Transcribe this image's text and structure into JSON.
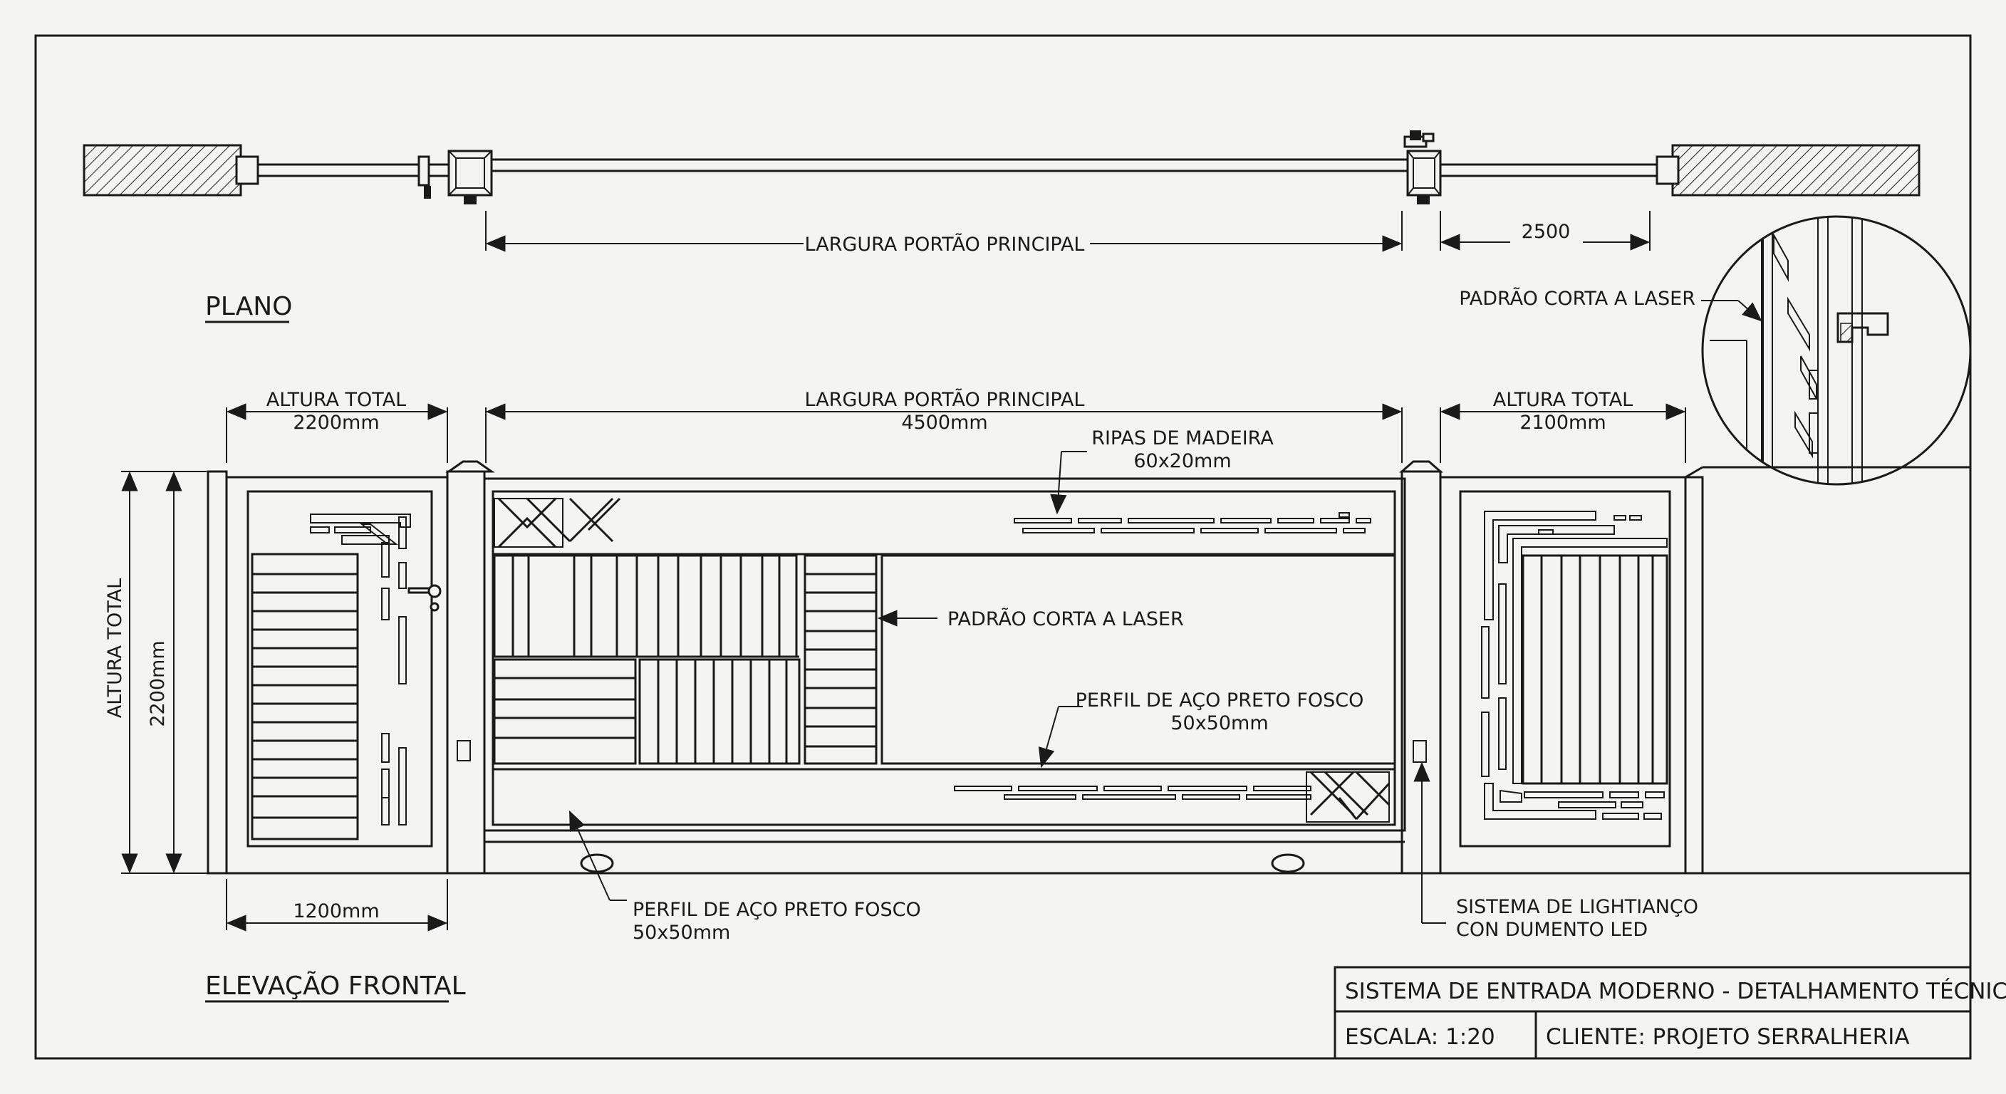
{
  "plan": {
    "title": "PLANO",
    "dim_main": "LARGURA PORTÃO PRINCIPAL",
    "dim_right": "2500",
    "detail_label": "PADRÃO CORTA A LASER"
  },
  "elevation": {
    "title": "ELEVAÇÃO FRONTAL",
    "left_top_dim": {
      "label": "ALTURA TOTAL",
      "value": "2200mm"
    },
    "main_top_dim": {
      "label": "LARGURA PORTÃO PRINCIPAL",
      "value": "4500mm"
    },
    "right_top_dim": {
      "label": "ALTURA TOTAL",
      "value": "2100mm"
    },
    "vertical_dim_label": "ALTURA TOTAL",
    "vertical_dim_value": "2200mm",
    "bottom_left_dim": "1200mm",
    "note_wood": {
      "line1": "RIPAS DE MADEIRA",
      "line2": "60x20mm"
    },
    "note_laser": "PADRÃO CORTA A LASER",
    "note_profile_upper": {
      "line1": "PERFIL DE AÇO PRETO FOSCO",
      "line2": "50x50mm"
    },
    "note_profile_lower": {
      "line1": "PERFIL DE AÇO PRETO FOSCO",
      "line2": "50x50mm"
    },
    "note_lighting": {
      "line1": "SISTEMA DE LIGHTIANÇO",
      "line2": "CON DUMENTO LED"
    }
  },
  "title_block": {
    "title": "SISTEMA DE ENTRADA MODERNO - DETALHAMENTO TÉCNICO",
    "scale": "ESCALA: 1:20",
    "client": "CLIENTE: PROJETO SERRALHERIA"
  },
  "colors": {
    "ink": "#1a1a1a",
    "paper": "#f4f4f2"
  }
}
